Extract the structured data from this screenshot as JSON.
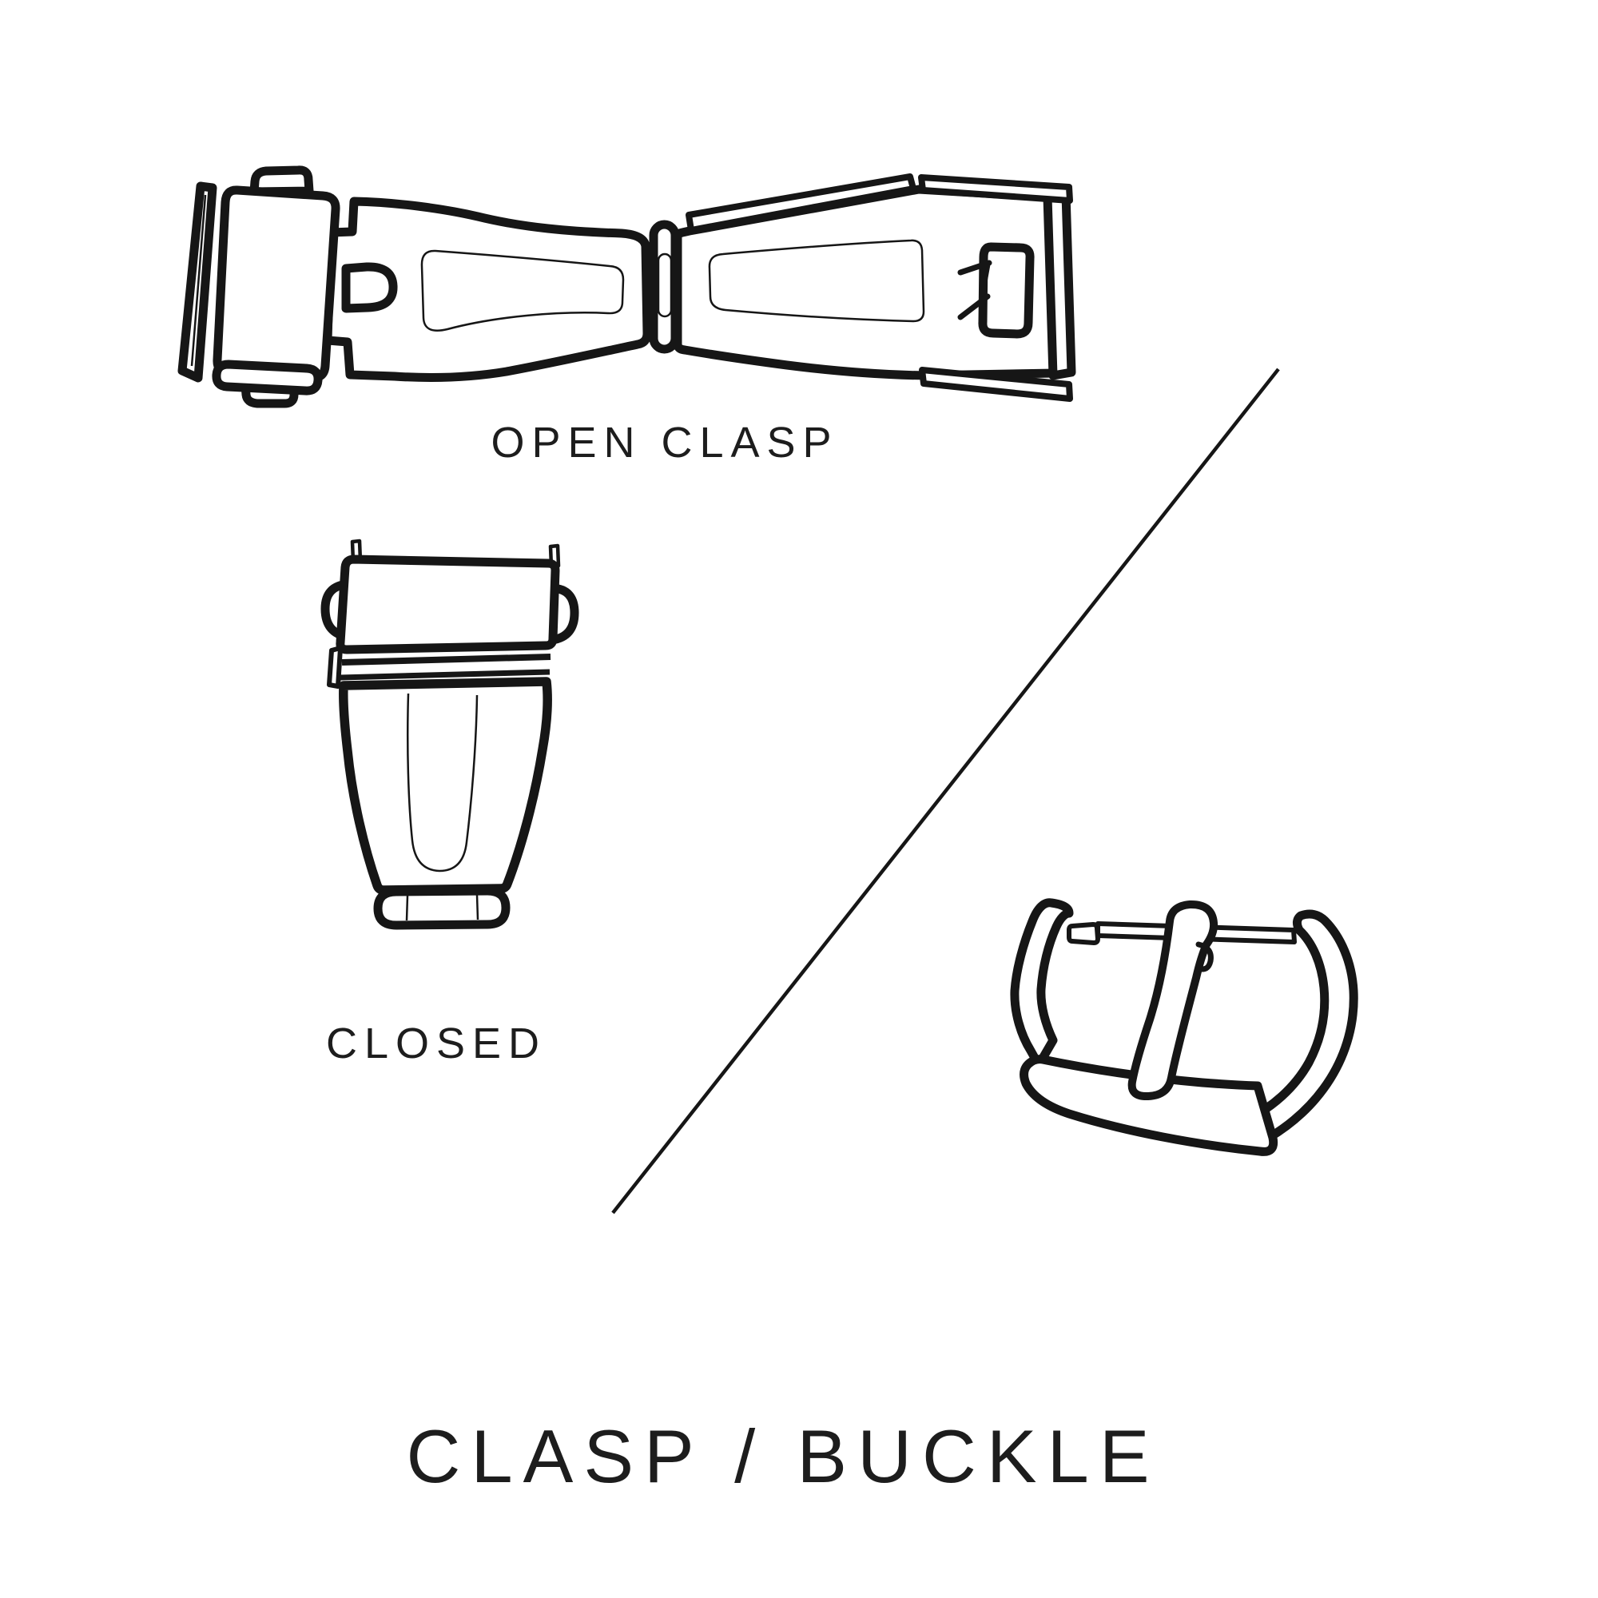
{
  "theme": {
    "background": "#ffffff",
    "line_color": "#161616",
    "text_color": "#1d1d1d"
  },
  "figures": [
    {
      "id": "open-clasp",
      "caption": "OPEN CLASP"
    },
    {
      "id": "closed-clasp",
      "caption": "CLOSED"
    },
    {
      "id": "buckle",
      "caption": ""
    }
  ],
  "title": "CLASP / BUCKLE"
}
